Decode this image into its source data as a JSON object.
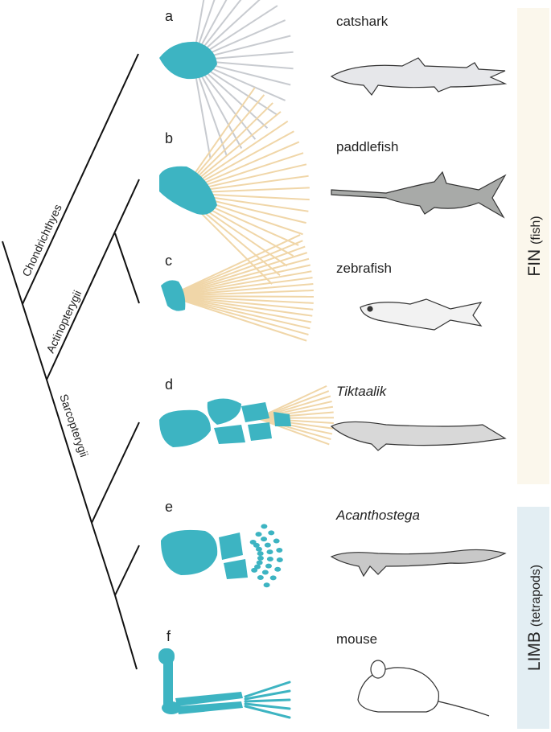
{
  "clades": {
    "chondrichthyes": "Chondrichthyes",
    "actinopterygii": "Actinopterygii",
    "sarcopterygii": "Sarcopterygii"
  },
  "panels": [
    {
      "letter": "a",
      "species": "catshark",
      "italic": false
    },
    {
      "letter": "b",
      "species": "paddlefish",
      "italic": false
    },
    {
      "letter": "c",
      "species": "zebrafish",
      "italic": false
    },
    {
      "letter": "d",
      "species": "Tiktaalik",
      "italic": true
    },
    {
      "letter": "e",
      "species": "Acanthostega",
      "italic": true
    },
    {
      "letter": "f",
      "species": "mouse",
      "italic": false
    }
  ],
  "side_labels": {
    "fin_main": "FIN",
    "fin_sub": "(fish)",
    "limb_main": "LIMB",
    "limb_sub": "(tetrapods)"
  },
  "colors": {
    "bone": "#3db4c2",
    "ray_grey": "#c8cbd0",
    "ray_tan": "#f0d6a8",
    "fin_panel": "#fbf7ec",
    "limb_panel": "#e3eef3",
    "tree": "#111111"
  }
}
